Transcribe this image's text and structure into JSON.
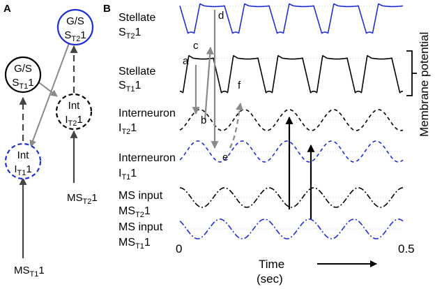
{
  "panels": {
    "a": "A",
    "b": "B"
  },
  "circuit": {
    "gs_t2": {
      "line1": "G/S",
      "main": "S",
      "sub": "T2",
      "suffix": "1"
    },
    "gs_t1": {
      "line1": "G/S",
      "main": "S",
      "sub": "T1",
      "suffix": "1"
    },
    "int_t2": {
      "line1": "Int",
      "main": "I",
      "sub": "T2",
      "suffix": "1"
    },
    "int_t1": {
      "line1": "Int",
      "main": "I",
      "sub": "T1",
      "suffix": "1"
    },
    "ms_t2": {
      "main": "MS",
      "sub": "T2",
      "suffix": "1"
    },
    "ms_t1": {
      "main": "MS",
      "sub": "T1",
      "suffix": "1"
    }
  },
  "traces": [
    {
      "line1": "Stellate",
      "main": "S",
      "sub": "T2",
      "suffix": "1",
      "color": "#1f2fd6",
      "style": "solid",
      "kind": "spiky"
    },
    {
      "line1": "Stellate",
      "main": "S",
      "sub": "T1",
      "suffix": "1",
      "color": "#000000",
      "style": "solid",
      "kind": "spiky"
    },
    {
      "line1": "Interneuron",
      "main": "I",
      "sub": "T2",
      "suffix": "1",
      "color": "#000000",
      "style": "dashed",
      "kind": "sine"
    },
    {
      "line1": "Interneuron",
      "main": "I",
      "sub": "T1",
      "suffix": "1",
      "color": "#1f2fd6",
      "style": "dashed",
      "kind": "sine"
    },
    {
      "line1": "MS input",
      "main": "MS",
      "sub": "T2",
      "suffix": "1",
      "color": "#000000",
      "style": "dashdot",
      "kind": "sine"
    },
    {
      "line1": "MS input",
      "main": "MS",
      "sub": "T1",
      "suffix": "1",
      "color": "#1f2fd6",
      "style": "dashdot",
      "kind": "sine"
    }
  ],
  "annotations": [
    "a",
    "b",
    "c",
    "d",
    "e",
    "f"
  ],
  "axes": {
    "time_start": "0",
    "time_end": "0.5",
    "xlabel_line1": "Time",
    "xlabel_line2": "(sec)",
    "ylabel": "Membrane potential"
  },
  "colors": {
    "blue": "#1f2fd6",
    "gray": "#8a8a8a",
    "darkgray": "#555555",
    "black": "#000000"
  }
}
